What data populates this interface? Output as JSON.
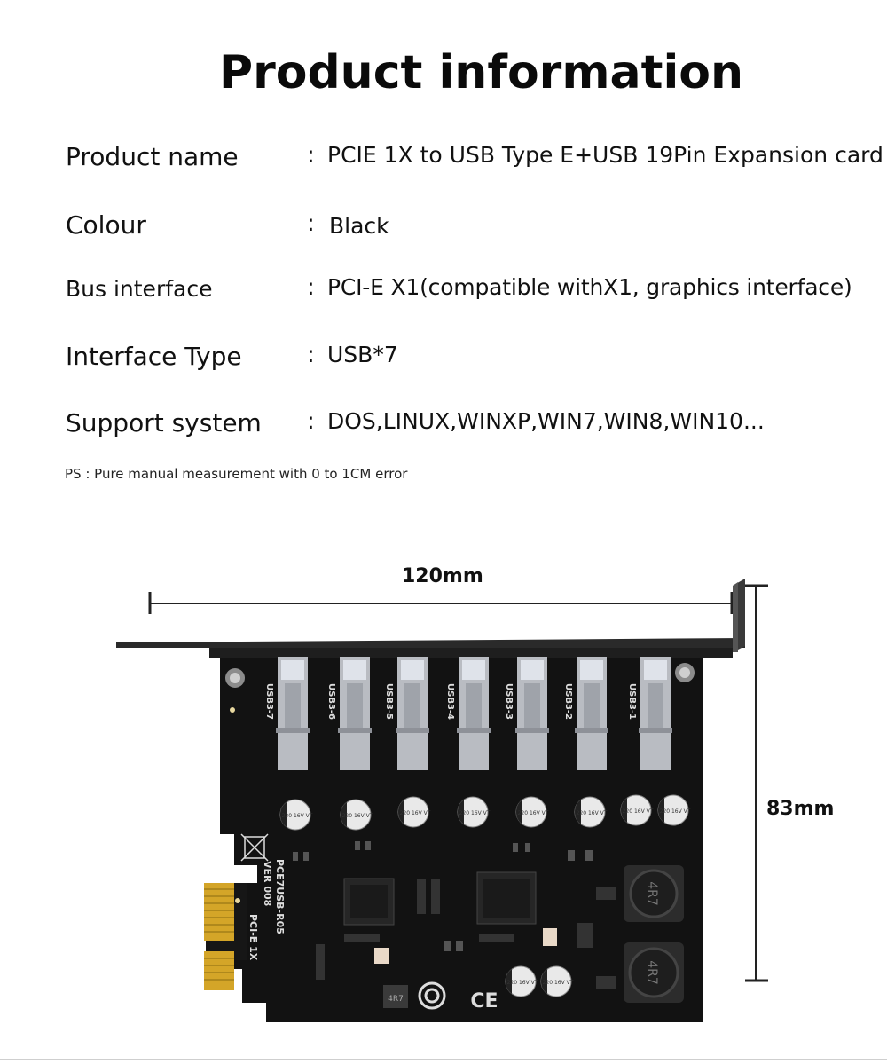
{
  "title": "Product information",
  "specs": [
    {
      "label": "Product name",
      "value": "PCIE 1X to USB Type E+USB 19Pin Expansion card"
    },
    {
      "label": "Colour",
      "value": "Black"
    },
    {
      "label": "Bus interface",
      "value": "PCI-E X1(compatible withX1, graphics interface)"
    },
    {
      "label": "Interface Type",
      "value": "USB*7"
    },
    {
      "label": "Support system",
      "value": "DOS,LINUX,WINXP,WIN7,WIN8,WIN10..."
    }
  ],
  "colon": ":",
  "note": "PS : Pure manual measurement with 0 to 1CM error",
  "dimensions": {
    "width": "120mm",
    "height": "83mm"
  },
  "board": {
    "model": "PCE7USB-R05",
    "version": "VER 008",
    "slot_label": "PCI-E 1X",
    "ports": [
      "USB3-7",
      "USB3-6",
      "USB3-5",
      "USB3-4",
      "USB3-3",
      "USB3-2",
      "USB3-1"
    ],
    "cap_label": "220 16V VT",
    "inductor_label": "4R7",
    "colors": {
      "pcb": "#121212",
      "bracket": "#2a2a2a",
      "usb_metal": "#b9bcc2",
      "gold": "#d4a528"
    }
  }
}
